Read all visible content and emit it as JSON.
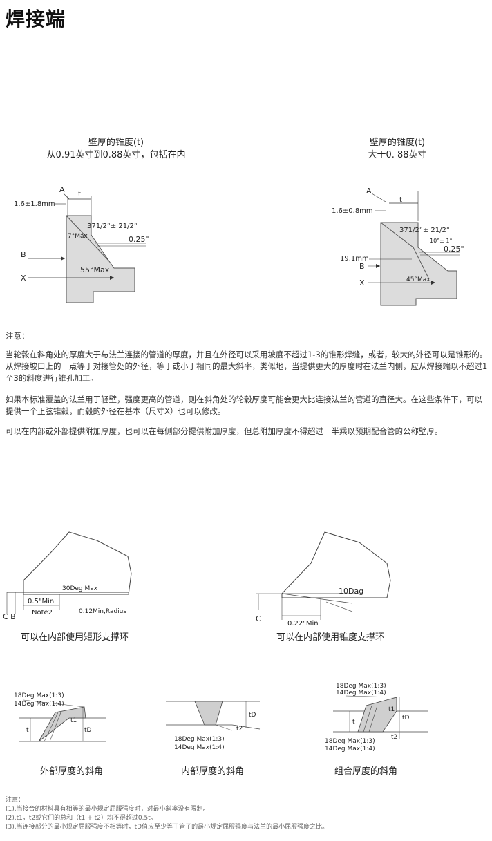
{
  "page": {
    "title": "焊接端"
  },
  "top_figures": {
    "left": {
      "caption_line1": "壁厚的锥度(t)",
      "caption_line2": "从0.91英寸到0.88英寸，包括在内",
      "labels": {
        "a": "A",
        "t": "t",
        "dim": "1.6±1.8mm",
        "angle": "371/2°± 21/2°",
        "seven": "7°Max",
        "quarter": "0.25\"",
        "b": "B",
        "x": "X",
        "fiftyfive": "55°Max"
      }
    },
    "right": {
      "caption_line1": "壁厚的锥度(t)",
      "caption_line2": "大于0. 88英寸",
      "labels": {
        "a": "A",
        "t": "t",
        "dim": "1.6±0.8mm",
        "angle": "371/2°± 21/2°",
        "ten": "10°± 1°",
        "quarter": "0.25\"",
        "nineteen": "19.1mm",
        "b": "B",
        "x": "X",
        "fortyfive": "45°Max"
      }
    }
  },
  "notes": {
    "heading": "注意：",
    "p1": "当轮毂在斜角处的厚度大于与法兰连接的管道的厚度，并且在外径可以采用坡度不超过1-3的锥形焊缝，或者，较大的外径可以是锥形的。从焊接坡口上的一点等于对接管处的外径，等于或小于相同的最大斜率，类似地，当提供更大的厚度时在法兰内侧，应从焊接端以不超过1至3的斜度进行锥孔加工。",
    "p2": "如果本标准覆盖的法兰用于轻壁，强度更高的管道，则在斜角处的轮毂厚度可能会更大比连接法兰的管道的直径大。在这些条件下，可以提供一个正弦锥毂，而毂的外径在基本（尺寸X）也可以修改。",
    "p3": "可以在内部或外部提供附加厚度，也可以在每侧部分提供附加厚度，但总附加厚度不得超过一半乘以预期配合管的公称壁厚。"
  },
  "mid_figures": {
    "left": {
      "caption": "可以在内部使用矩形支撑环",
      "labels": {
        "deg": "30Deg Max",
        "min": "0.5\"Min",
        "note": "Note2",
        "radius": "0.12Min,Radius",
        "cb": "C B"
      }
    },
    "right": {
      "caption": "可以在内部使用锥度支撑环",
      "labels": {
        "dag": "10Dag",
        "c": "C",
        "min": "0.22\"Min"
      }
    }
  },
  "bottom_figures": {
    "ext": {
      "caption": "外部厚度的斜角",
      "labels": {
        "d18": "18Deg Max(1:3)",
        "d14": "14Deg Max(1:4)",
        "t1": "t1",
        "t": "t",
        "tD": "tD"
      }
    },
    "int": {
      "caption": "内部厚度的斜角",
      "labels": {
        "d18": "18Deg Max(1:3)",
        "d14": "14Deg Max(1:4)",
        "t2": "t2",
        "tD": "tD"
      }
    },
    "comb": {
      "caption": "组合厚度的斜角",
      "labels": {
        "d18a": "18Deg Max(1:3)",
        "d14a": "14Deg Max(1:4)",
        "t1": "t1",
        "t": "t",
        "tD": "tD",
        "d18b": "18Deg Max(1:3)",
        "d14b": "14Deg Max(1:4)",
        "t2": "t2"
      }
    }
  },
  "footnotes": {
    "heading": "注意：",
    "n1": "(1).当接合的材料具有相等的最小规定屈服强度时，对最小斜率没有限制。",
    "n2": "(2).t1，t2或它们的总和（t1 + t2）均不得超过0.5t。",
    "n3": "(3).当连接部分的最小规定屈服强度不相等时，tD值应至少等于管子的最小规定屈服强度与法兰的最小屈服强度之比。"
  }
}
